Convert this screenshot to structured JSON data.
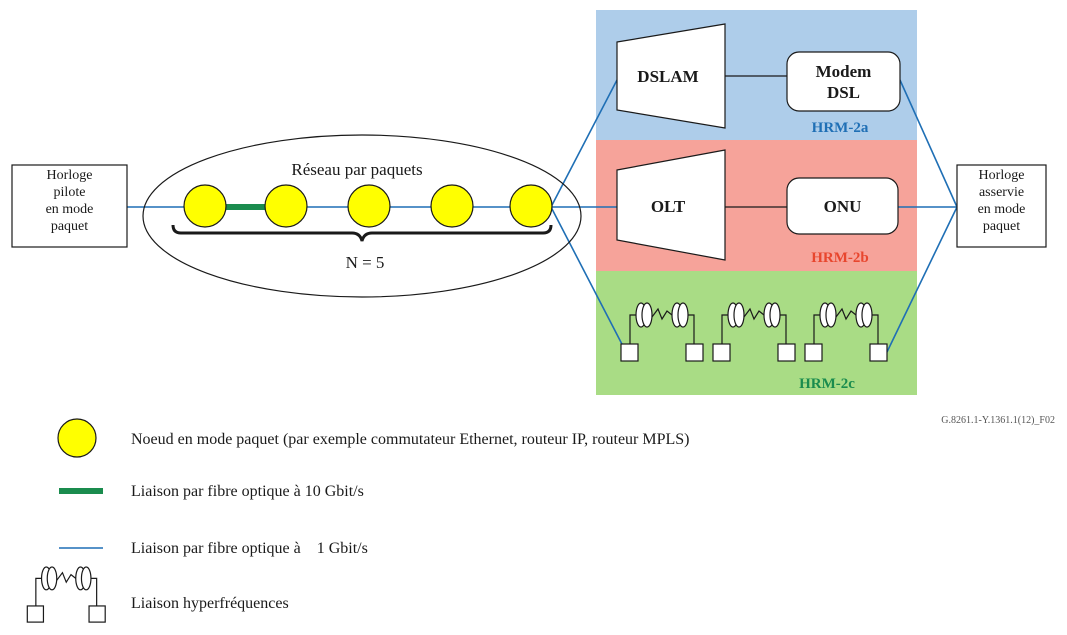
{
  "source_clock": {
    "line1": "Horloge",
    "line2": "pilote",
    "line3": "en mode",
    "line4": "paquet"
  },
  "slave_clock": {
    "line1": "Horloge",
    "line2": "asservie",
    "line3": "en mode",
    "line4": "paquet"
  },
  "packet_network": {
    "title": "Réseau par paquets",
    "count_label": "N = 5"
  },
  "hrm_2a": {
    "node1": "DSLAM",
    "node2_line1": "Modem",
    "node2_line2": "DSL",
    "label": "HRM-2a"
  },
  "hrm_2b": {
    "node1": "OLT",
    "node2": "ONU",
    "label": "HRM-2b"
  },
  "hrm_2c": {
    "label": "HRM-2c"
  },
  "figure_id": "G.8261.1-Y.1361.1(12)_F02",
  "legend": [
    {
      "icon": "yellow-circle-icon",
      "text": "Noeud en mode paquet (par exemple commutateur Ethernet, routeur IP, routeur MPLS)"
    },
    {
      "icon": "green-thick-line-icon",
      "text": "Liaison par fibre optique à 10 Gbit/s"
    },
    {
      "icon": "blue-thin-line-icon",
      "text": "Liaison par fibre optique à    1 Gbit/s"
    },
    {
      "icon": "microwave-link-icon",
      "text": "Liaison hyperfréquences"
    }
  ],
  "colors": {
    "node_fill": "#ffff00",
    "fiber_10g": "#1a8c4e",
    "fiber_1g": "#1f6fb5",
    "hrm_2a_bg": "#aecdea",
    "hrm_2b_bg": "#f6a39a",
    "hrm_2c_bg": "#a9dc85",
    "hrm_2a_label": "#1f6fb5",
    "hrm_2b_label": "#e8462e",
    "hrm_2c_label": "#1a8c4e"
  }
}
